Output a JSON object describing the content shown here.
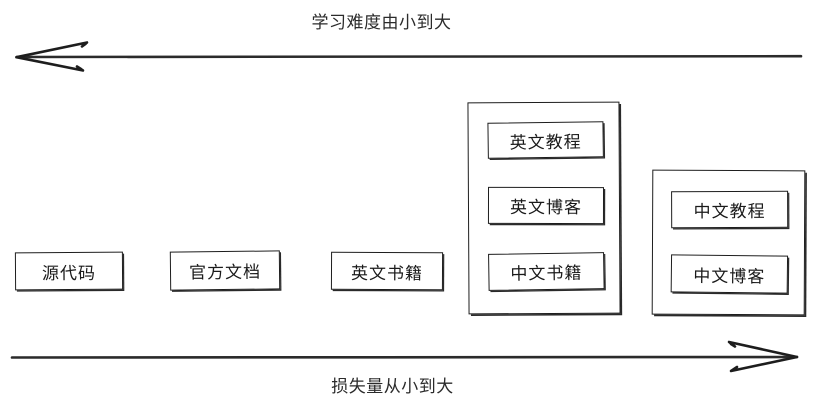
{
  "diagram": {
    "top_axis": {
      "label": "学习难度由小到大",
      "direction": "left",
      "arrow_icon": "arrow-left-icon"
    },
    "bottom_axis": {
      "label": "损失量从小到大",
      "direction": "right",
      "arrow_icon": "arrow-right-icon"
    },
    "columns": [
      {
        "id": "col1",
        "type": "node",
        "label": "源代码"
      },
      {
        "id": "col2",
        "type": "node",
        "label": "官方文档"
      },
      {
        "id": "col3",
        "type": "node",
        "label": "英文书籍"
      },
      {
        "id": "col4",
        "type": "group",
        "items": [
          {
            "label": "英文教程"
          },
          {
            "label": "英文博客"
          },
          {
            "label": "中文书籍"
          }
        ]
      },
      {
        "id": "col5",
        "type": "group",
        "items": [
          {
            "label": "中文教程"
          },
          {
            "label": "中文博客"
          }
        ]
      }
    ],
    "colors": {
      "stroke": "#1e1e1e",
      "background": "#ffffff",
      "text": "#1a1a1a"
    }
  }
}
